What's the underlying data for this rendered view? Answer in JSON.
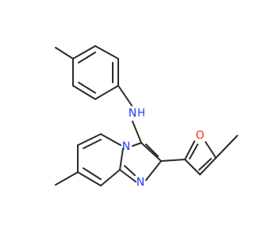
{
  "molecule": {
    "atom_labels": {
      "nh_n": "N",
      "nh_h": "H",
      "ring_n_bridge": "N",
      "ring_n_bottom": "N",
      "furan_o": "O"
    },
    "colors": {
      "bond": "#2b2b2b",
      "nitrogen": "#1f3cff",
      "oxygen": "#ff2a1a",
      "background": "#ffffff"
    }
  }
}
